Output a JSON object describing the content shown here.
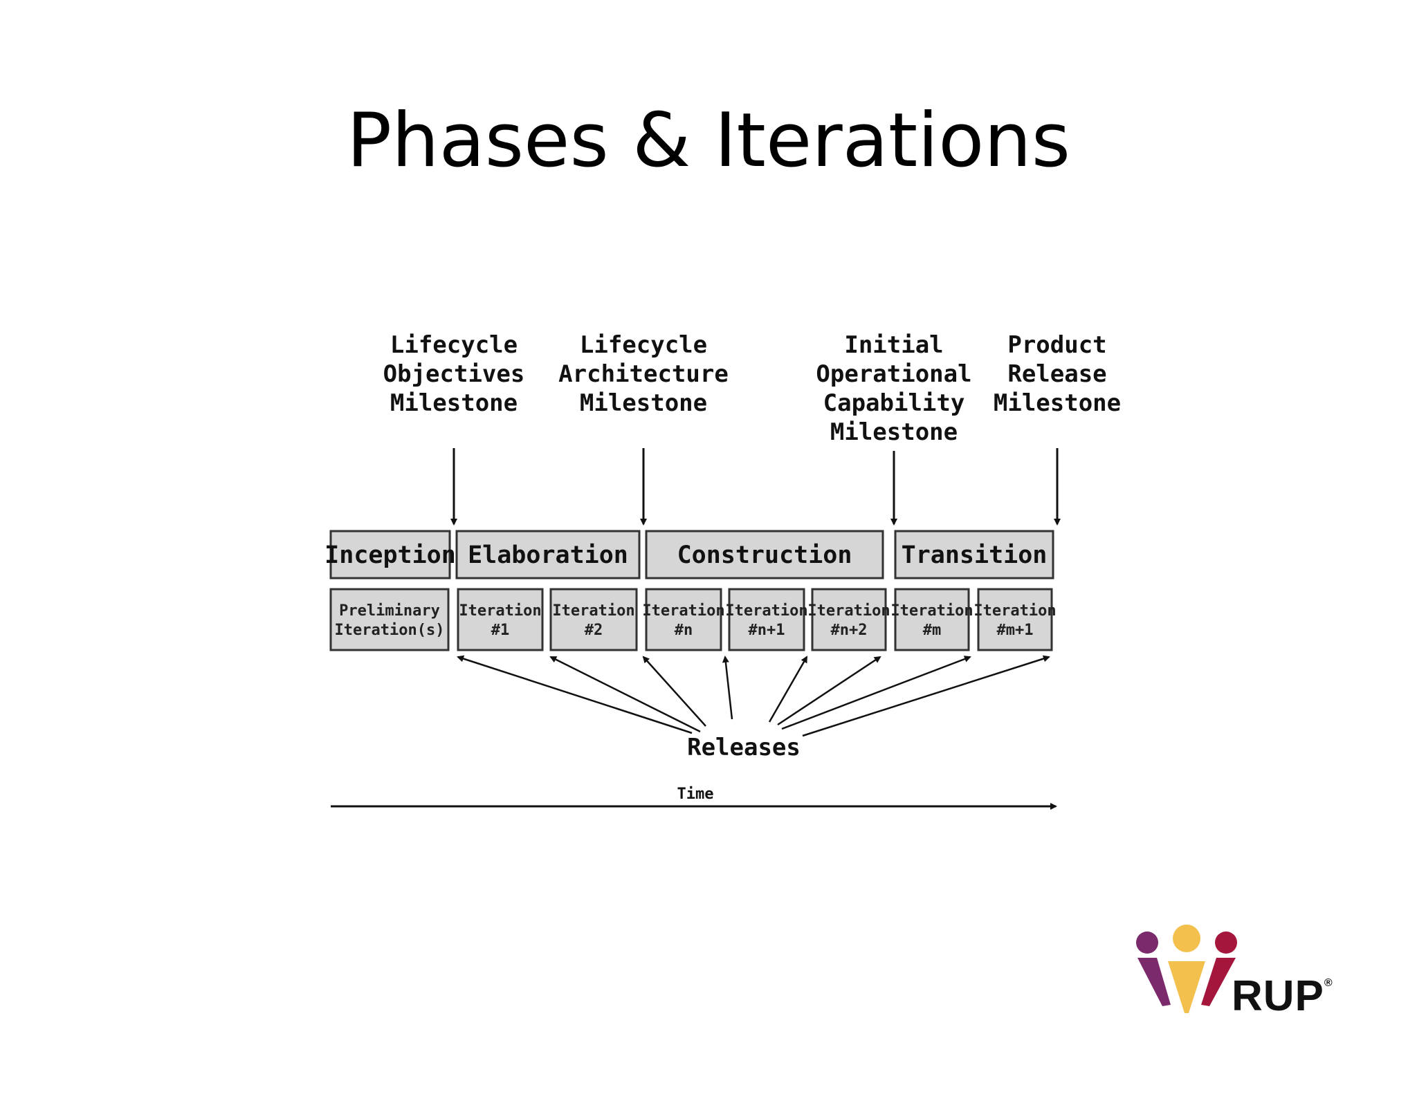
{
  "title": "Phases & Iterations",
  "milestones": [
    {
      "lines": [
        "Lifecycle",
        "Objectives",
        "Milestone"
      ]
    },
    {
      "lines": [
        "Lifecycle",
        "Architecture",
        "Milestone"
      ]
    },
    {
      "lines": [
        "Initial",
        "Operational",
        "Capability",
        "Milestone"
      ]
    },
    {
      "lines": [
        "Product",
        "Release",
        "Milestone"
      ]
    }
  ],
  "phases": [
    "Inception",
    "Elaboration",
    "Construction",
    "Transition"
  ],
  "iterations": [
    {
      "lines": [
        "Preliminary",
        "Iteration(s)"
      ]
    },
    {
      "lines": [
        "Iteration",
        "#1"
      ]
    },
    {
      "lines": [
        "Iteration",
        "#2"
      ]
    },
    {
      "lines": [
        "Iteration",
        "#n"
      ]
    },
    {
      "lines": [
        "Iteration",
        "#n+1"
      ]
    },
    {
      "lines": [
        "Iteration",
        "#n+2"
      ]
    },
    {
      "lines": [
        "Iteration",
        "#m"
      ]
    },
    {
      "lines": [
        "Iteration",
        "#m+1"
      ]
    }
  ],
  "releases_label": "Releases",
  "time_label": "Time",
  "logo": {
    "text": "RUP",
    "mark": "®"
  },
  "colors": {
    "box_fill": "#d6d6d6",
    "logo_purple": "#7b2a6b",
    "logo_red": "#a5163c",
    "logo_yellow": "#f3c04e"
  }
}
